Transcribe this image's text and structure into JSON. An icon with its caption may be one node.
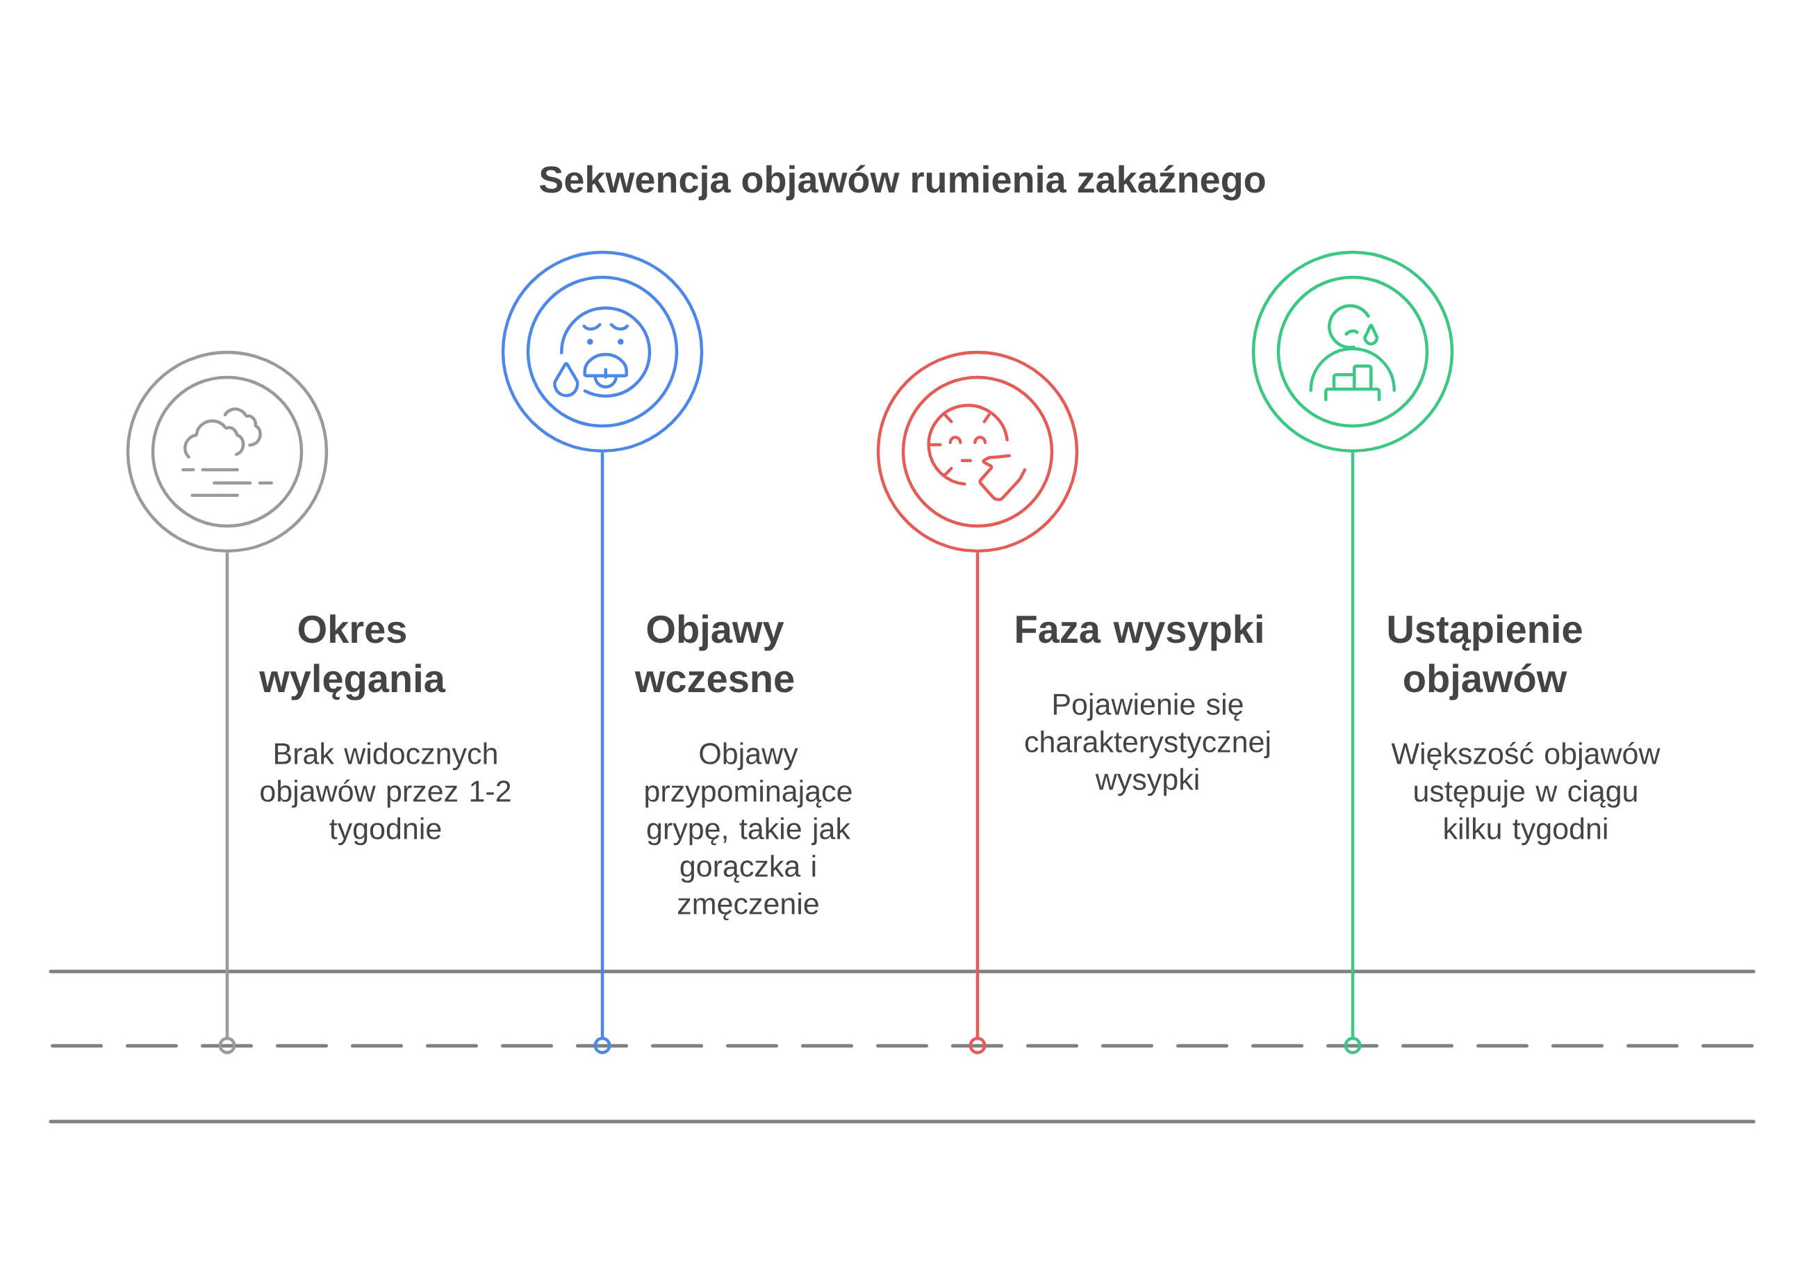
{
  "diagram": {
    "title": "Sekwencja objawów rumienia zakaźnego",
    "nodes": [
      {
        "text": [],
        "shape": "circle",
        "beside": [
          "Okres wylęgania",
          "Brak widocznych objawów przez 1-2 tygodnie"
        ]
      },
      {
        "text": [],
        "shape": "circle",
        "beside": [
          "Objawy wczesne",
          "Objawy przypominające grypę, takie jak gorączka i zmęczenie"
        ]
      },
      {
        "text": [],
        "shape": "circle",
        "beside": [
          "Faza wysypki",
          "Pojawienie się charakterystycznej wysypki"
        ]
      },
      {
        "text": [],
        "shape": "circle",
        "beside": [
          "Ustąpienie objawów",
          "Większość objawów ustępuje w ciągu kilku tygodni"
        ]
      }
    ],
    "edges": [
      {
        "from": 0,
        "to": null,
        "arrow": "other",
        "color": "#9a9a9a"
      },
      {
        "from": 1,
        "to": null,
        "arrow": "other",
        "color": "#4d88e6"
      },
      {
        "from": 2,
        "to": null,
        "arrow": "other",
        "color": "#e35d58"
      },
      {
        "from": 3,
        "to": null,
        "arrow": "other",
        "color": "#3ec684"
      }
    ]
  }
}
